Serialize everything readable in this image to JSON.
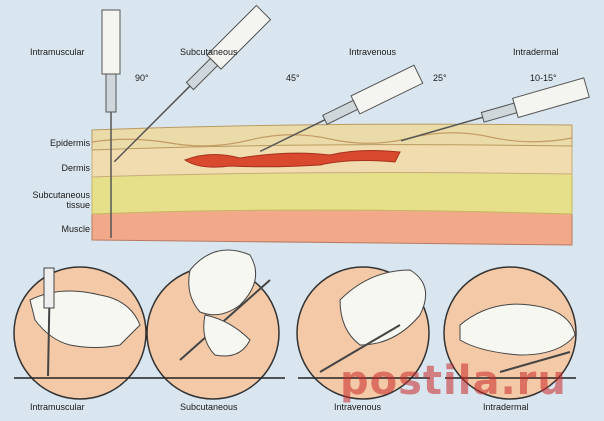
{
  "top_labels": {
    "intramuscular": "Intramuscular",
    "subcutaneous": "Subcutaneous",
    "intravenous": "Intravenous",
    "intradermal": "Intradermal"
  },
  "angles": {
    "intramuscular": "90°",
    "subcutaneous": "45°",
    "intravenous": "25°",
    "intradermal": "10-15°"
  },
  "layers": {
    "epidermis": "Epidermis",
    "dermis": "Dermis",
    "subcutaneous_line1": "Subcutaneous",
    "subcutaneous_line2": "tissue",
    "muscle": "Muscle"
  },
  "captions": {
    "intramuscular": "Intramuscular",
    "subcutaneous": "Subcutaneous",
    "intravenous": "Intravenous",
    "intradermal": "Intradermal"
  },
  "watermark": "postila.ru",
  "colors": {
    "background": "#d9e6ef",
    "epidermis": "#eadba8",
    "dermis": "#f0dcae",
    "subcutaneous": "#e6e08a",
    "muscle": "#f1a98a",
    "vein": "#d8492e",
    "circle": "#f3c9a7"
  }
}
